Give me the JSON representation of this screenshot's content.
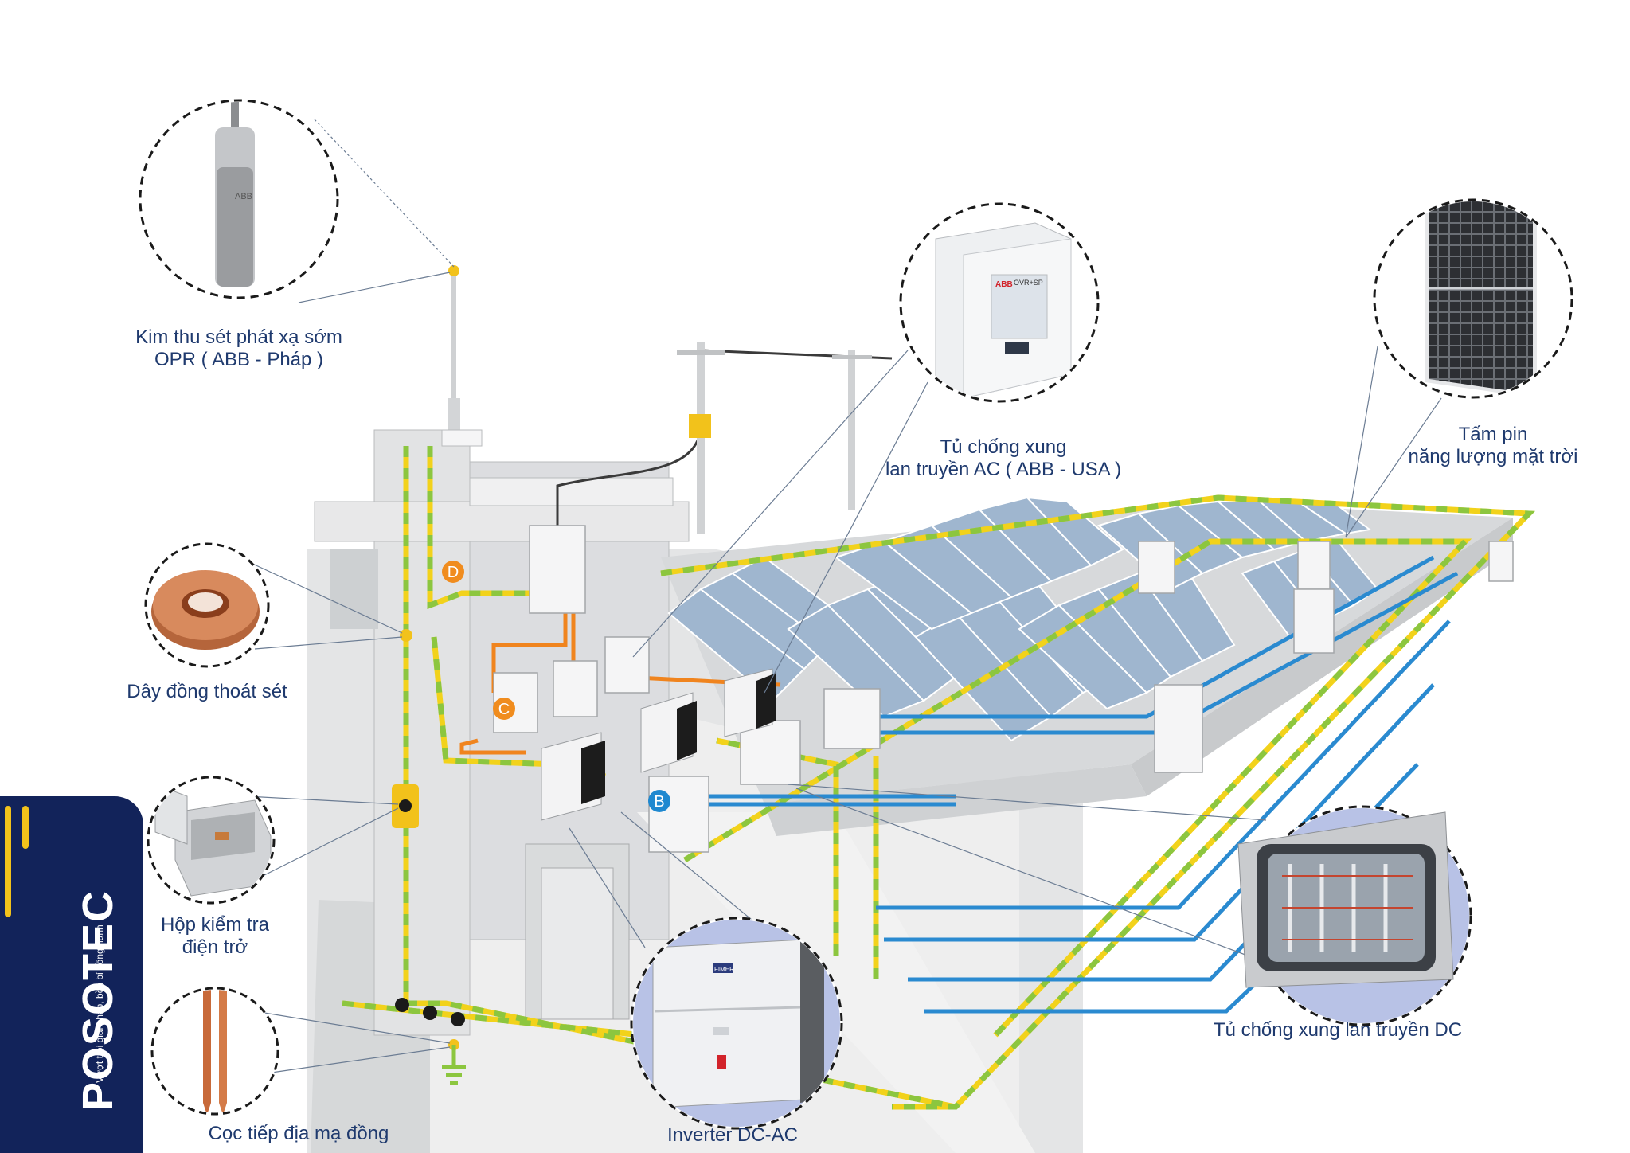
{
  "labels": {
    "lightning_rod": [
      "Kim thu sét phát xạ sớm",
      "OPR ( ABB - Pháp )"
    ],
    "ac_surge_cabinet": [
      "Tủ chống xung",
      "lan truyền AC ( ABB - USA )"
    ],
    "solar_panel": [
      "Tấm pin",
      "năng lượng mặt trời"
    ],
    "copper_down_conductor": "Dây đồng thoát sét",
    "resistance_test_box": [
      "Hộp kiểm tra",
      "điện trở"
    ],
    "copper_ground_rod": "Cọc tiếp địa mạ đồng",
    "inverter": "Inverter DC-AC",
    "dc_surge_cabinet": "Tủ chống xung lan truyền DC"
  },
  "zones": {
    "b": "B",
    "c": "C",
    "d": "D"
  },
  "brand": {
    "name": "POSOTEC",
    "tagline": "Vượt trội giải pháp, bền bỉ đồng hành"
  },
  "device_marks": {
    "abb": "ABB",
    "ovr": "OVR+SP",
    "inverter_logo": "FIMER"
  },
  "colors": {
    "label": "#1f3a6e",
    "brand_bg": "#12235a",
    "ground_wire_yellow": "#f2d21b",
    "ground_wire_green": "#8cc63f",
    "dc_wire": "#2a8ad0",
    "ac_wire": "#f0841e",
    "zone_orange": "#f08c1e",
    "zone_blue": "#1e88d0"
  }
}
